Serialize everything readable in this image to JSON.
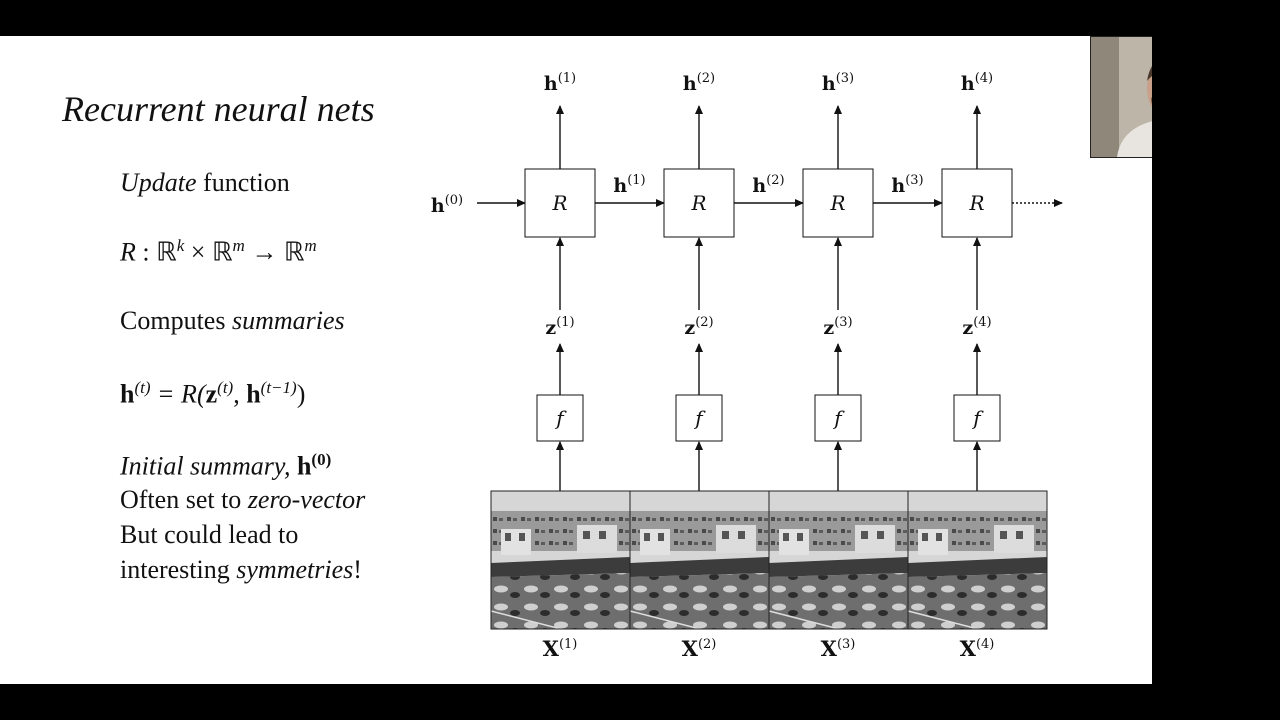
{
  "slide": {
    "title": "Recurrent neural nets",
    "update_word": "Update",
    "function_word": " function",
    "signature": {
      "R": "R",
      "colon": " : ",
      "Rk": "ℝ",
      "k": "k",
      "times": " × ",
      "Rm1": "ℝ",
      "m1": "m",
      "arrow": " → ",
      "Rm2": "ℝ",
      "m2": "m"
    },
    "computes": "Computes ",
    "summaries": "summaries",
    "equation": {
      "lhs_h": "h",
      "lhs_sup": "(t)",
      "eq": " = R(",
      "z": "z",
      "z_sup": "(t)",
      "comma": ", ",
      "h": "h",
      "h_sup": "(t−1)",
      "close": ")"
    },
    "initial": "Initial summary, ",
    "initial_h": "h",
    "initial_sup": "(0)",
    "often": "Often set to ",
    "zero_vector": "zero-vector",
    "could": "But could lead to",
    "interesting": "interesting ",
    "symmetries": "symmetries",
    "bang": "!"
  },
  "diagram": {
    "initial_state": {
      "base": "h",
      "sup": "(0)"
    },
    "cell_label": "R",
    "encoder_label": "f",
    "steps": [
      {
        "h": "h",
        "h_sup": "(1)",
        "z": "z",
        "z_sup": "(1)",
        "x": "X",
        "x_sup": "(1)"
      },
      {
        "h": "h",
        "h_sup": "(2)",
        "z": "z",
        "z_sup": "(2)",
        "x": "X",
        "x_sup": "(2)"
      },
      {
        "h": "h",
        "h_sup": "(3)",
        "z": "z",
        "z_sup": "(3)",
        "x": "X",
        "x_sup": "(3)"
      },
      {
        "h": "h",
        "h_sup": "(4)",
        "z": "z",
        "z_sup": "(4)",
        "x": "X",
        "x_sup": "(4)"
      }
    ],
    "frame_image": "traffic-street-photo"
  }
}
